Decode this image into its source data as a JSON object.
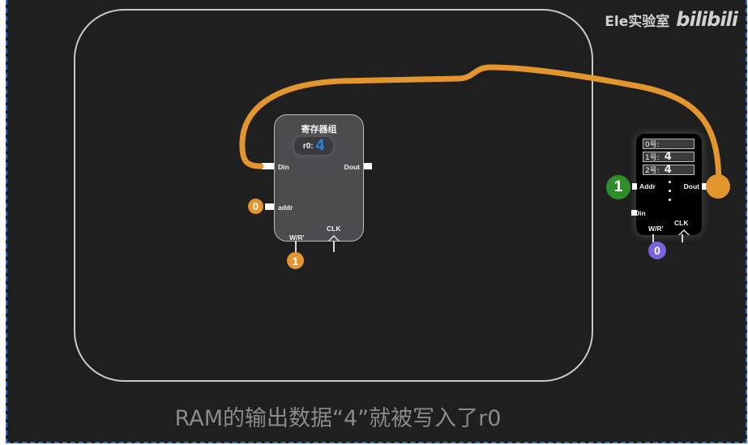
{
  "watermark": {
    "channel": "Ele实验室",
    "logo": "bilibili"
  },
  "register_file": {
    "title": "寄存器组",
    "r0_label": "r0:",
    "r0_value": "4",
    "pins": {
      "din": "Din",
      "dout": "Dout",
      "addr": "addr",
      "wr": "W/R'",
      "clk": "CLK"
    },
    "addr_input": "0",
    "wr_input": "1"
  },
  "ram": {
    "cells": [
      {
        "label": "0号:",
        "value": ""
      },
      {
        "label": "1号:",
        "value": "4"
      },
      {
        "label": "2号:",
        "value": "4"
      }
    ],
    "pins": {
      "addr": "Addr",
      "dout": "Dout",
      "din": "Din",
      "wr": "W/R'",
      "clk": "CLK"
    },
    "addr_input": "1",
    "wr_input": "0"
  },
  "subtitle": "RAM的输出数据“4”就被写入了r0",
  "colors": {
    "background": "#1f1f1f",
    "wire": "#e3962d",
    "orange_badge": "#e3962d",
    "green_badge": "#2e8f2a",
    "purple_badge": "#7a63de",
    "r0_value": "#2a84e6",
    "register_body": "#4b4c50",
    "ram_body": "#000000",
    "border_dash": "#2f6fd6"
  }
}
